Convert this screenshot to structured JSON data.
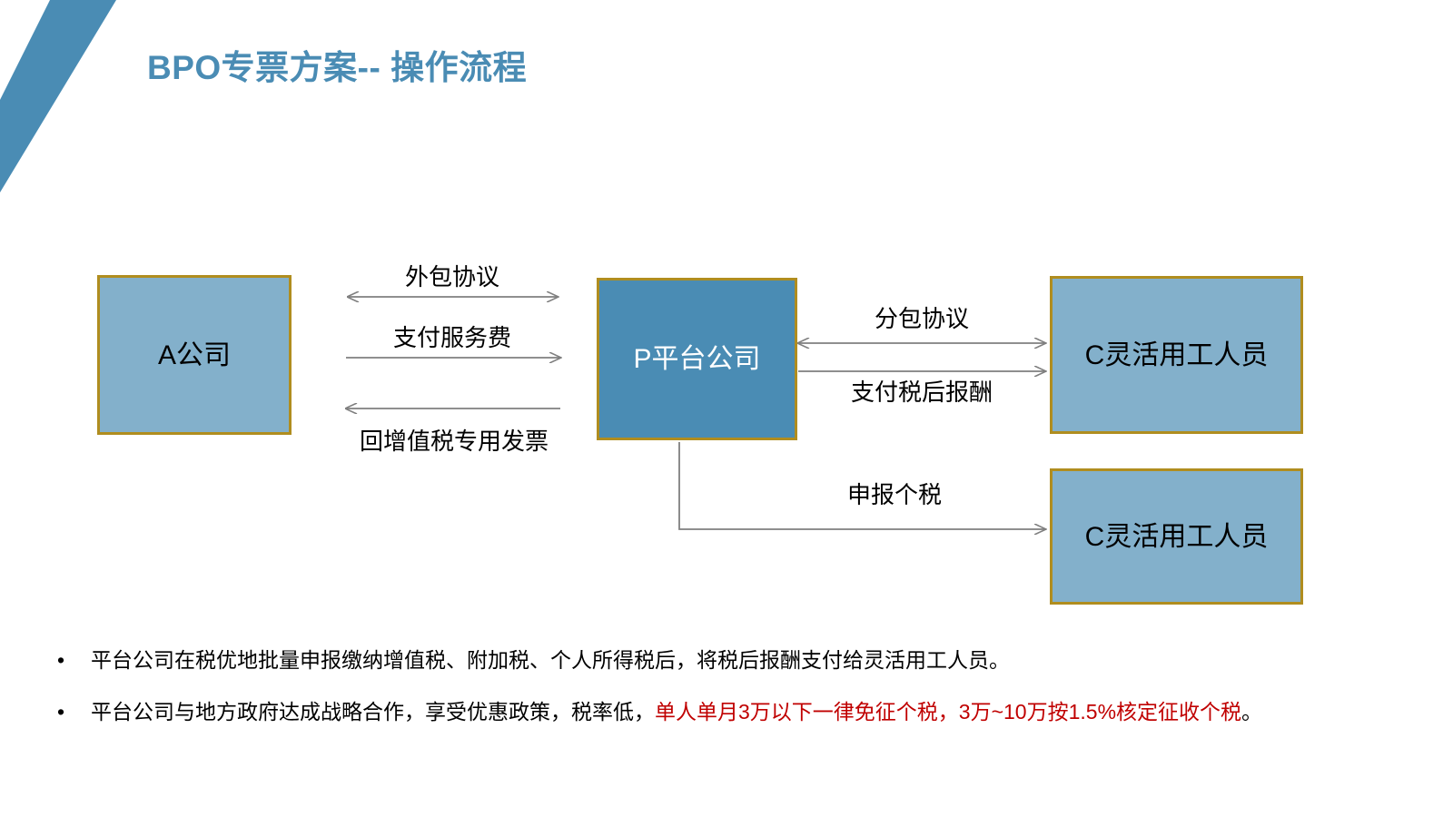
{
  "slide": {
    "title": "BPO专票方案-- 操作流程",
    "accent_color": "#4a8cb4",
    "box_light_color": "#83b0cb",
    "box_dark_color": "#4a8cb4",
    "box_border_color": "#b08d1f",
    "highlight_color": "#c00000"
  },
  "diagram": {
    "nodes": [
      {
        "id": "A",
        "label": "A公司"
      },
      {
        "id": "P",
        "label": "P平台公司"
      },
      {
        "id": "C1",
        "label": "C灵活用工人员"
      },
      {
        "id": "C2",
        "label": "C灵活用工人员"
      }
    ],
    "arrows": [
      {
        "id": "outsourcing",
        "label": "外包协议",
        "from": "A",
        "to": "P",
        "direction": "both"
      },
      {
        "id": "service-fee",
        "label": "支付服务费",
        "from": "A",
        "to": "P",
        "direction": "right"
      },
      {
        "id": "vat-invoice",
        "label": "回增值税专用发票",
        "from": "P",
        "to": "A",
        "direction": "left"
      },
      {
        "id": "subcontract",
        "label": "分包协议",
        "from": "P",
        "to": "C1",
        "direction": "both"
      },
      {
        "id": "after-tax-pay",
        "label": "支付税后报酬",
        "from": "P",
        "to": "C1",
        "direction": "right"
      },
      {
        "id": "declare-tax",
        "label": "申报个税",
        "from": "P",
        "to": "C2",
        "direction": "right"
      }
    ]
  },
  "bullets": [
    {
      "marker": "•",
      "segments": [
        {
          "text": "平台公司在税优地批量申报缴纳增值税、附加税、个人所得税后，将税后报酬支付给灵活用工人员。",
          "emphasis": false
        }
      ]
    },
    {
      "marker": "•",
      "segments": [
        {
          "text": "平台公司与地方政府达成战略合作，享受优惠政策，税率低，",
          "emphasis": false
        },
        {
          "text": "单人单月3万以下一律免征个税，3万~10万按1.5%核定征收个税",
          "emphasis": true
        },
        {
          "text": "。",
          "emphasis": false
        }
      ]
    }
  ]
}
